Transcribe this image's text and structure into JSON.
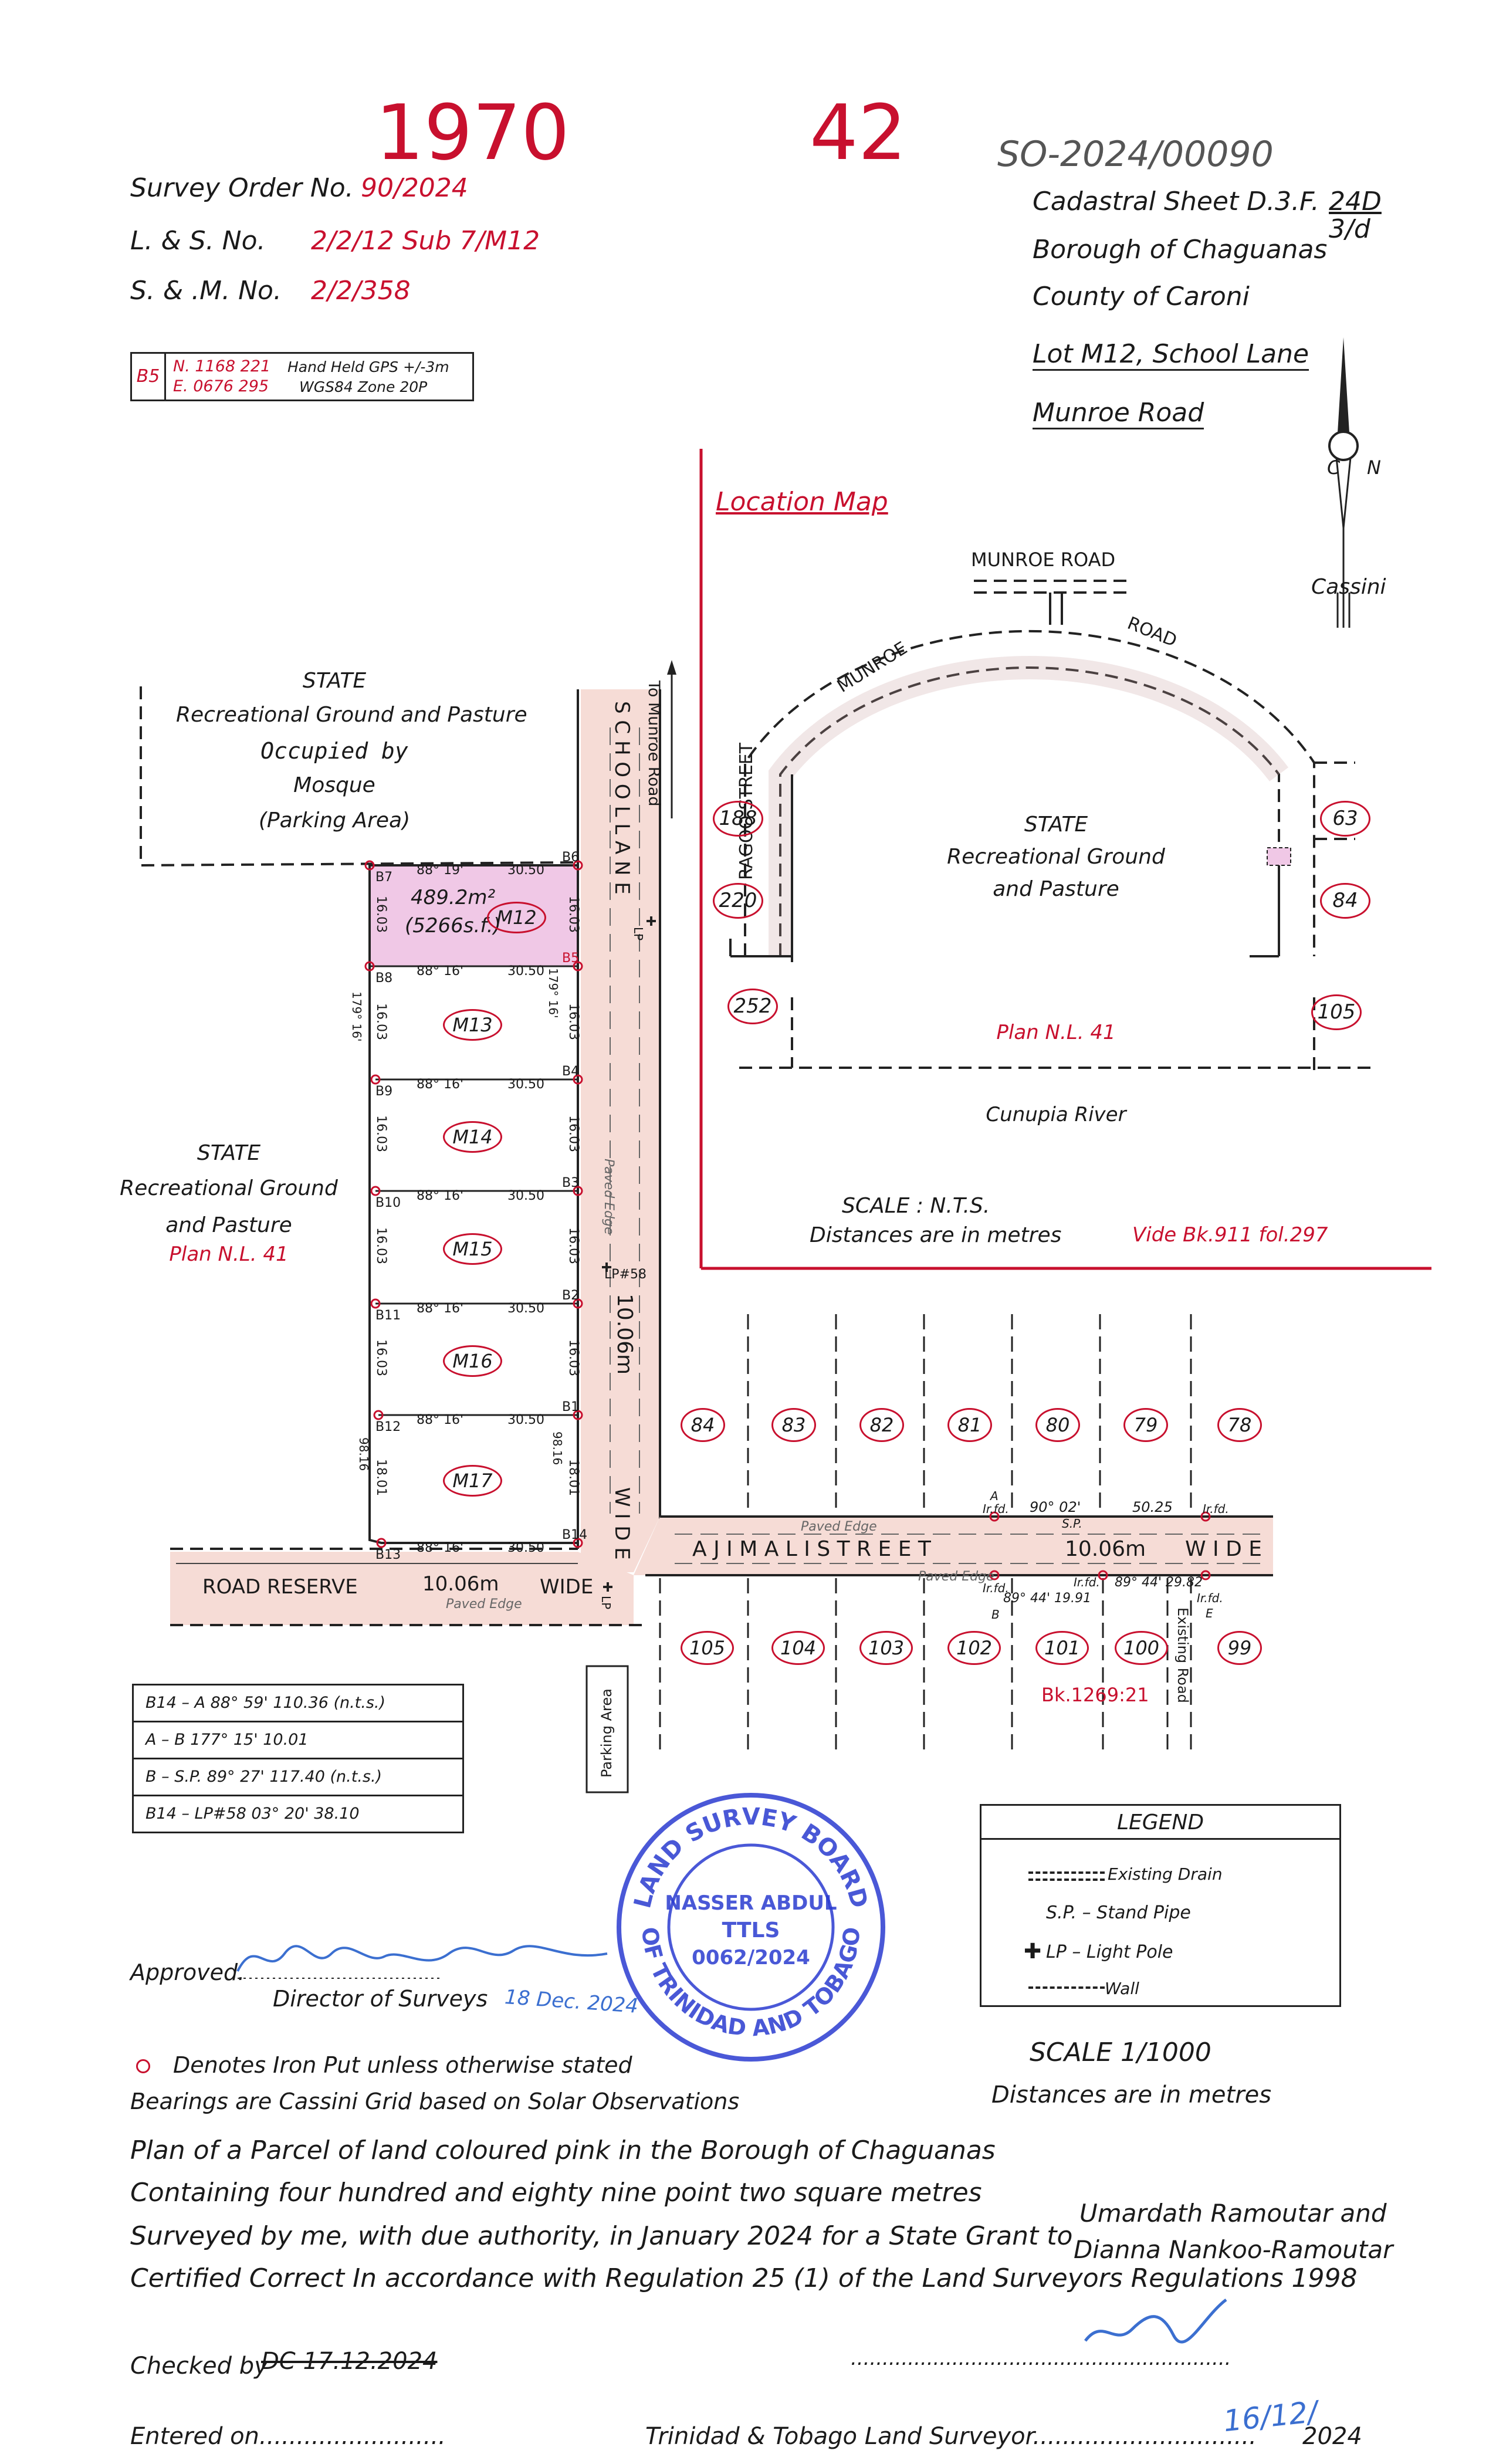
{
  "header": {
    "number_1970": "1970",
    "number_42": "42",
    "so_number": "SO-2024/00090",
    "survey_order_label": "Survey   Order No.",
    "survey_order_value": "90/2024",
    "ls_label": "L. & S. No.",
    "ls_value": "2/2/12 Sub 7/M12",
    "sm_label": "S. & .M. No.",
    "sm_value": "2/2/358",
    "cadastral": "Cadastral Sheet D.3.F.",
    "sheet_top": "24D",
    "sheet_bottom": "3/d",
    "borough": "Borough of Chaguanas",
    "county": "County of Caroni",
    "lot": "Lot M12, School Lane",
    "road": "Munroe Road"
  },
  "gps": {
    "station": "B5",
    "north": "N. 1168 221",
    "east": "E. 0676 295",
    "line1": "Hand Held GPS +/-3m",
    "line2": "WGS84 Zone 20P"
  },
  "north_arrow": {
    "c": "C",
    "n": "N",
    "label": "Cassini"
  },
  "location_map": {
    "title": "Location Map",
    "munroe_road_top": "MUNROE  ROAD",
    "munroe_arc_left": "MUNROE",
    "munroe_arc_right": "ROAD",
    "ragoo_street": "RAGOO  STREET",
    "state": "STATE",
    "recreational": "Recreational Ground",
    "and_pasture": "and Pasture",
    "plan": "Plan N.L. 41",
    "river": "Cunupia  River",
    "scale": "SCALE  :  N.T.S.",
    "distances": "Distances are in metres",
    "vide": "Vide Bk.911 fol.297",
    "lots": [
      "188",
      "220",
      "252",
      "63",
      "84",
      "105"
    ]
  },
  "main_map": {
    "state_top": "STATE",
    "rec_top": "Recreational Ground and Pasture",
    "occupied": "Occupied by",
    "mosque": "Mosque",
    "parking": "(Parking Area)",
    "state_left": "STATE",
    "rec_left": "Recreational Ground",
    "pasture_left": "and Pasture",
    "plan_left": "Plan N.L. 41",
    "to_munroe": "To Munroe Road",
    "school_lane": "S C H O O L       L A N E",
    "width_label": "10.06m",
    "wide": "W I D E",
    "paved_edge": "Paved Edge",
    "area": "489.2m²",
    "area_sf": "(5266s.f.)",
    "lots": [
      "M12",
      "M13",
      "M14",
      "M15",
      "M16",
      "M17"
    ],
    "boundary_left": [
      "B7",
      "B8",
      "B9",
      "B10",
      "B11",
      "B12",
      "B13"
    ],
    "boundary_right": [
      "B6",
      "B5",
      "B4",
      "B3",
      "B2",
      "B1",
      "B14"
    ],
    "bearing_first": "88° 19'",
    "bearing": "88° 16'",
    "distance": "30.50",
    "depth": "16.03",
    "depth_last": "18.01",
    "bearing_side": "179° 16'",
    "bearing_side_last": "98.16",
    "lp58": "LP#58",
    "lp": "LP",
    "ajim_ali": "A J I M    A L I    S T R E E T",
    "ajim_width": "10.06m",
    "ajim_wide": "W I D E",
    "road_reserve": "ROAD     RESERVE",
    "rr_width": "10.06m",
    "rr_wide": "WIDE",
    "parking_area": "Parking Area",
    "existing_road": "Existing Road",
    "lots_top": [
      "84",
      "83",
      "82",
      "81",
      "80",
      "79",
      "78"
    ],
    "lots_bottom": [
      "105",
      "104",
      "103",
      "102",
      "101",
      "100",
      "99"
    ],
    "bk": "Bk.1269:21",
    "a_label": "A",
    "irfd": "Ir.fd.",
    "a_bearing": "90° 02'",
    "a_dist": "50.25",
    "sp": "S.P.",
    "b_label": "B",
    "b_bearing": "89° 44'  19.91",
    "e_bearing": "89° 44'  29.82",
    "e_label": "E"
  },
  "tie_table": [
    "B14 – A   88° 59'   110.36  (n.t.s.)",
    "A – B   177° 15'   10.01",
    "B – S.P.  89° 27'   117.40  (n.t.s.)",
    "B14 – LP#58   03° 20'   38.10"
  ],
  "legend": {
    "title": "LEGEND",
    "drain": "Existing Drain",
    "sp": "S.P.   –  Stand Pipe",
    "lp": "LP  –  Light Pole",
    "wall": "Wall"
  },
  "stamp": {
    "top": "LAND SURVEY BOARD",
    "bottom": "OF TRINIDAD AND TOBAGO",
    "name": "NASSER ABDUL",
    "title": "TTLS",
    "number": "0062/2024"
  },
  "footer": {
    "approved": "Approved.",
    "director": "Director of Surveys",
    "iron": "Denotes Iron Put unless otherwise stated",
    "bearings": "Bearings are Cassini Grid based on Solar Observations",
    "scale": "SCALE  1/1000",
    "distances": "Distances are in metres",
    "plan1": "Plan of a Parcel of land coloured pink in the Borough of Chaguanas",
    "plan2": "Containing four hundred and eighty nine point two square metres",
    "plan3": "Surveyed by me, with due authority, in January 2024 for a State Grant to",
    "grantee1": "Umardath Ramoutar and",
    "grantee2": "Dianna Nankoo-Ramoutar",
    "plan4": "Certified Correct In accordance with Regulation 25 (1) of the Land Surveyors Regulations 1998",
    "checked": "Checked  by",
    "checked_hand": "DC 17.12.2024",
    "dots_right": "............................................................",
    "entered": "Entered  on.........................",
    "surveyor": "Trinidad & Tobago Land Surveyor..............................",
    "date_hand": "16/12/",
    "year": "2024",
    "director_date": "18 Dec. 2024"
  },
  "colors": {
    "red": "#c8102e",
    "pink": "#f6dcd6",
    "lot_pink": "#f0c8e6",
    "stamp": "#2a3bd0"
  }
}
